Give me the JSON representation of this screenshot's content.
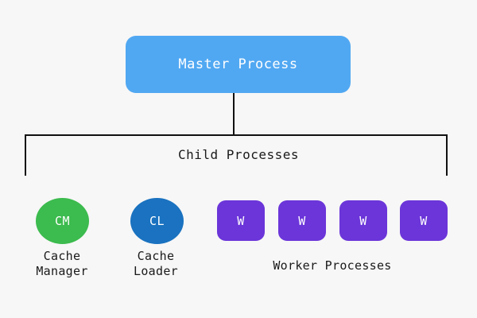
{
  "diagram": {
    "background_color": "#f7f7f7",
    "master": {
      "label": "Master Process",
      "color": "#51a8f2",
      "text_color": "#ffffff"
    },
    "bracket": {
      "label": "Child Processes",
      "line_color": "#111111"
    },
    "children": [
      {
        "id": "cache-manager",
        "initials": "CM",
        "caption": "Cache\nManager",
        "shape": "circle",
        "color": "#3cbb4e"
      },
      {
        "id": "cache-loader",
        "initials": "CL",
        "caption": "Cache\nLoader",
        "shape": "circle",
        "color": "#1a72c0"
      }
    ],
    "workers": {
      "caption": "Worker Processes",
      "color": "#6b35d9",
      "items": [
        {
          "initials": "W"
        },
        {
          "initials": "W"
        },
        {
          "initials": "W"
        },
        {
          "initials": "W"
        }
      ]
    }
  }
}
